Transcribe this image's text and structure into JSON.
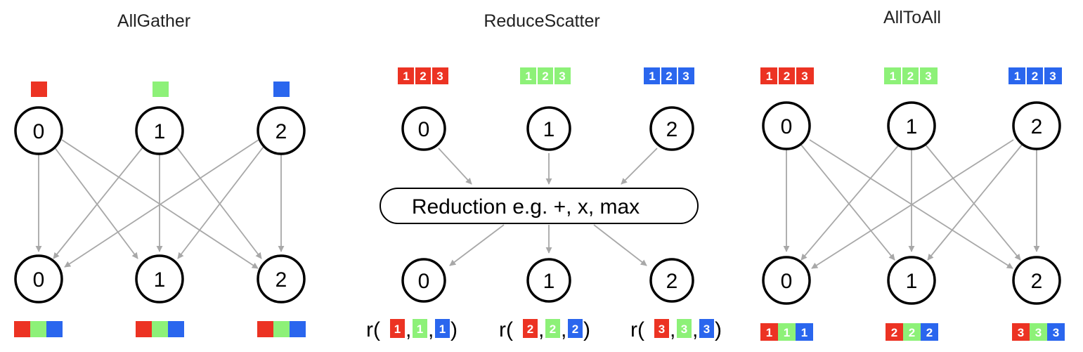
{
  "colors": {
    "red": "#ec3323",
    "green": "#8df178",
    "blue": "#2a66ee",
    "arrow": "#a8a8a8"
  },
  "allgather": {
    "title": "AllGather",
    "top_nodes": [
      "0",
      "1",
      "2"
    ],
    "bottom_nodes": [
      "0",
      "1",
      "2"
    ],
    "top_blocks": [
      "red",
      "green",
      "blue"
    ],
    "bottom_blocks": [
      [
        "red",
        "green",
        "blue"
      ],
      [
        "red",
        "green",
        "blue"
      ],
      [
        "red",
        "green",
        "blue"
      ]
    ]
  },
  "reducescatter": {
    "title": "ReduceScatter",
    "top_nodes": [
      "0",
      "1",
      "2"
    ],
    "bottom_nodes": [
      "0",
      "1",
      "2"
    ],
    "top_chunks": [
      {
        "color": "red",
        "labels": [
          "1",
          "2",
          "3"
        ]
      },
      {
        "color": "green",
        "labels": [
          "1",
          "2",
          "3"
        ]
      },
      {
        "color": "blue",
        "labels": [
          "1",
          "2",
          "3"
        ]
      }
    ],
    "reduction_label": "Reduction e.g. +, x, max",
    "results": [
      {
        "prefix": "r(",
        "labels": [
          "1",
          "1",
          "1"
        ],
        "suffix": ")"
      },
      {
        "prefix": "r(",
        "labels": [
          "2",
          "2",
          "2"
        ],
        "suffix": ")"
      },
      {
        "prefix": "r(",
        "labels": [
          "3",
          "3",
          "3"
        ],
        "suffix": ")"
      }
    ]
  },
  "alltoall": {
    "title": "AllToAll",
    "top_nodes": [
      "0",
      "1",
      "2"
    ],
    "bottom_nodes": [
      "0",
      "1",
      "2"
    ],
    "top_chunks": [
      {
        "color": "red",
        "labels": [
          "1",
          "2",
          "3"
        ]
      },
      {
        "color": "green",
        "labels": [
          "1",
          "2",
          "3"
        ]
      },
      {
        "color": "blue",
        "labels": [
          "1",
          "2",
          "3"
        ]
      }
    ],
    "bottom_chunks": [
      {
        "colors": [
          "red",
          "green",
          "blue"
        ],
        "labels": [
          "1",
          "1",
          "1"
        ]
      },
      {
        "colors": [
          "red",
          "green",
          "blue"
        ],
        "labels": [
          "2",
          "2",
          "2"
        ]
      },
      {
        "colors": [
          "red",
          "green",
          "blue"
        ],
        "labels": [
          "3",
          "3",
          "3"
        ]
      }
    ]
  }
}
